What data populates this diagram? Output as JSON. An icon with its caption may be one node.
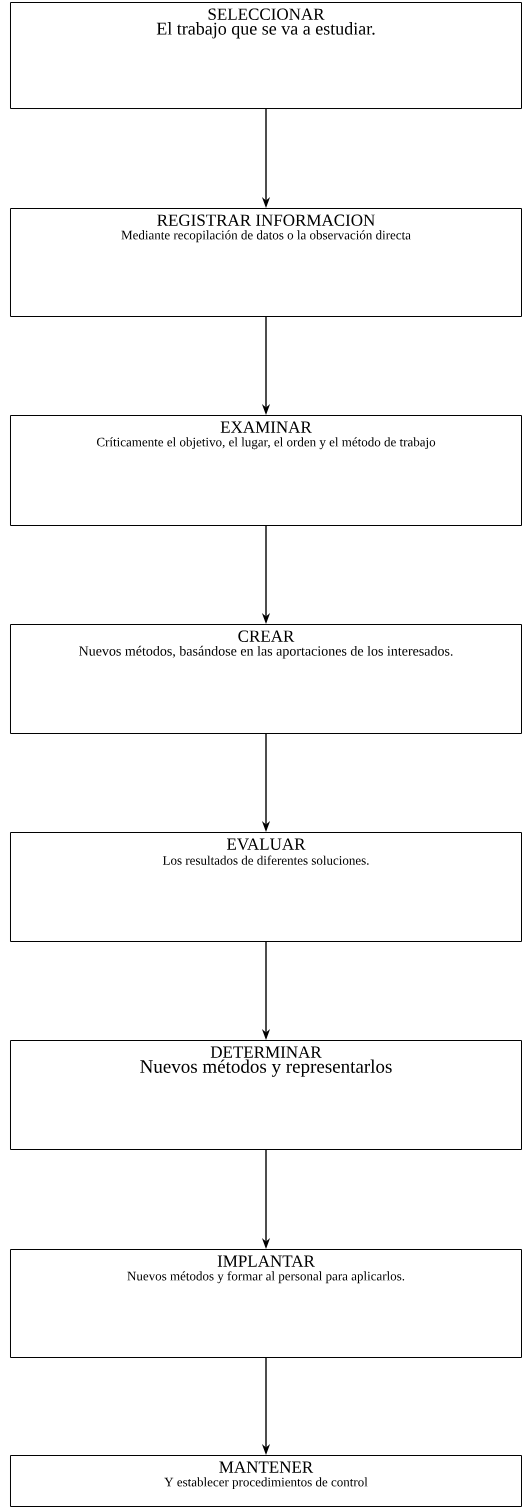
{
  "diagram": {
    "nodes": [
      {
        "text": [
          "SELECCIONAR",
          "El trabajo que se va a estudiar."
        ]
      },
      {
        "text": [
          "REGISTRAR INFORMACION",
          "Mediante recopilación de datos o la observación directa"
        ]
      },
      {
        "text": [
          "EXAMINAR",
          "Críticamente el objetivo, el lugar, el orden y el método de trabajo"
        ]
      },
      {
        "text": [
          "CREAR",
          "Nuevos métodos, basándose en las aportaciones de los interesados."
        ]
      },
      {
        "text": [
          "EVALUAR",
          "Los resultados de diferentes soluciones."
        ]
      },
      {
        "text": [
          "DETERMINAR",
          "Nuevos métodos y representarlos"
        ]
      },
      {
        "text": [
          "IMPLANTAR",
          "Nuevos métodos y formar al personal para aplicarlos."
        ]
      },
      {
        "text": [
          "MANTENER",
          "Y establecer procedimientos de control"
        ]
      }
    ],
    "edges": [
      {
        "from": 0,
        "to": 1,
        "arrow": "to"
      },
      {
        "from": 1,
        "to": 2,
        "arrow": "to"
      },
      {
        "from": 2,
        "to": 3,
        "arrow": "to"
      },
      {
        "from": 3,
        "to": 4,
        "arrow": "to"
      },
      {
        "from": 4,
        "to": 5,
        "arrow": "to"
      },
      {
        "from": 5,
        "to": 6,
        "arrow": "to"
      },
      {
        "from": 6,
        "to": 7,
        "arrow": "to"
      }
    ]
  }
}
